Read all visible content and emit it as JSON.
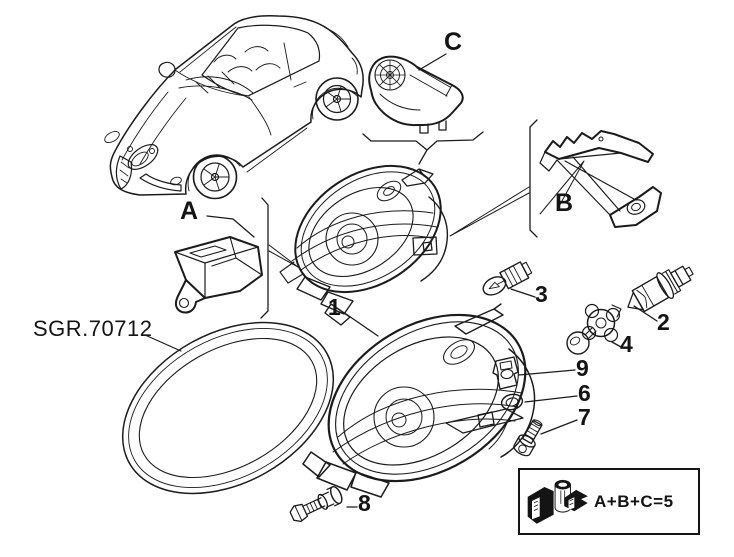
{
  "diagram": {
    "group_code": "SGR.70712",
    "callouts": {
      "A": {
        "label": "A",
        "part": "mounting-bracket-a"
      },
      "B": {
        "label": "B",
        "part": "mounting-bracket-b"
      },
      "C": {
        "label": "C",
        "part": "mounting-bracket-c"
      },
      "1": {
        "label": "1",
        "part": "headlamp-assembly"
      },
      "2": {
        "label": "2",
        "part": "halogen-bulb"
      },
      "3": {
        "label": "3",
        "part": "wedge-bulb"
      },
      "4": {
        "label": "4",
        "part": "bulb-holder"
      },
      "6": {
        "label": "6",
        "part": "grommet"
      },
      "7": {
        "label": "7",
        "part": "screw"
      },
      "8": {
        "label": "8",
        "part": "expanding-rivet"
      },
      "9": {
        "label": "9",
        "part": "clip"
      }
    },
    "legend": {
      "formula": "A+B+C=5",
      "icon": "parts-kit-icon"
    },
    "illustrations": [
      "car-three-quarter-view",
      "headlamp-rear-view",
      "headlamp-front-view",
      "gasket-seal-ring"
    ]
  },
  "colors": {
    "background": "#ffffff",
    "line": "#1b1b1b"
  }
}
